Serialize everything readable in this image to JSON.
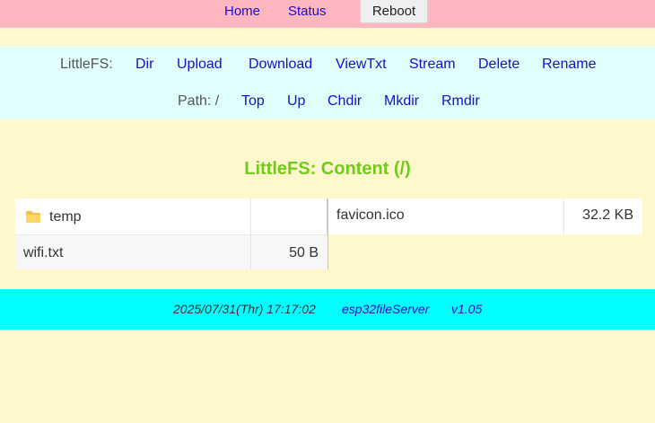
{
  "nav": {
    "home": "Home",
    "status": "Status",
    "reboot": "Reboot"
  },
  "menu": {
    "fs_label": "LittleFS:",
    "items": [
      "Dir",
      "Upload",
      "Download",
      "ViewTxt",
      "Stream",
      "Delete",
      "Rename"
    ],
    "path_label": "Path: /",
    "path_items": [
      "Top",
      "Up",
      "Chdir",
      "Mkdir",
      "Rmdir"
    ]
  },
  "content": {
    "title": "LittleFS: Content (/)",
    "files": [
      {
        "name": "temp",
        "size": "",
        "icon": "folder-icon"
      },
      {
        "name": "favicon.ico",
        "size": "32.2 KB"
      },
      {
        "name": "wifi.txt",
        "size": "50 B"
      }
    ]
  },
  "footer": {
    "datetime": "2025/07/31(Thr) 17:17:02",
    "server": "esp32fileServer",
    "version": "v1.05"
  },
  "colors": {
    "background": "#fff8cc",
    "topbar": "#ffb6c1",
    "menubar": "#e0fffc",
    "title": "#6fcc1a",
    "footer": "#00ffff",
    "link": "#1a0dcc"
  }
}
